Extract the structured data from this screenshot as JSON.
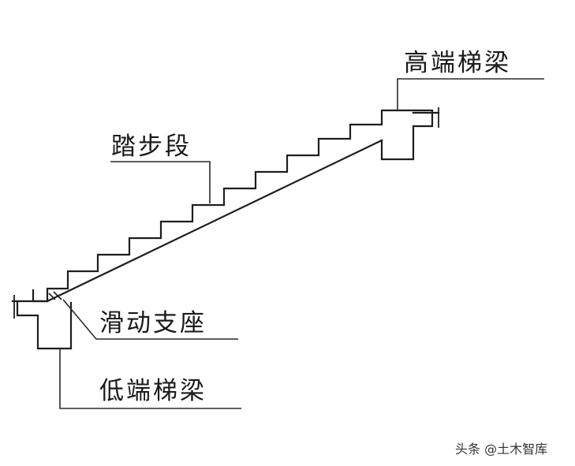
{
  "labels": {
    "high_beam": "高端梯梁",
    "flight": "踏步段",
    "sliding_support": "滑动支座",
    "low_beam": "低端梯梁"
  },
  "watermark": "头条 @土木智库",
  "line_color": "#1e1e1e"
}
